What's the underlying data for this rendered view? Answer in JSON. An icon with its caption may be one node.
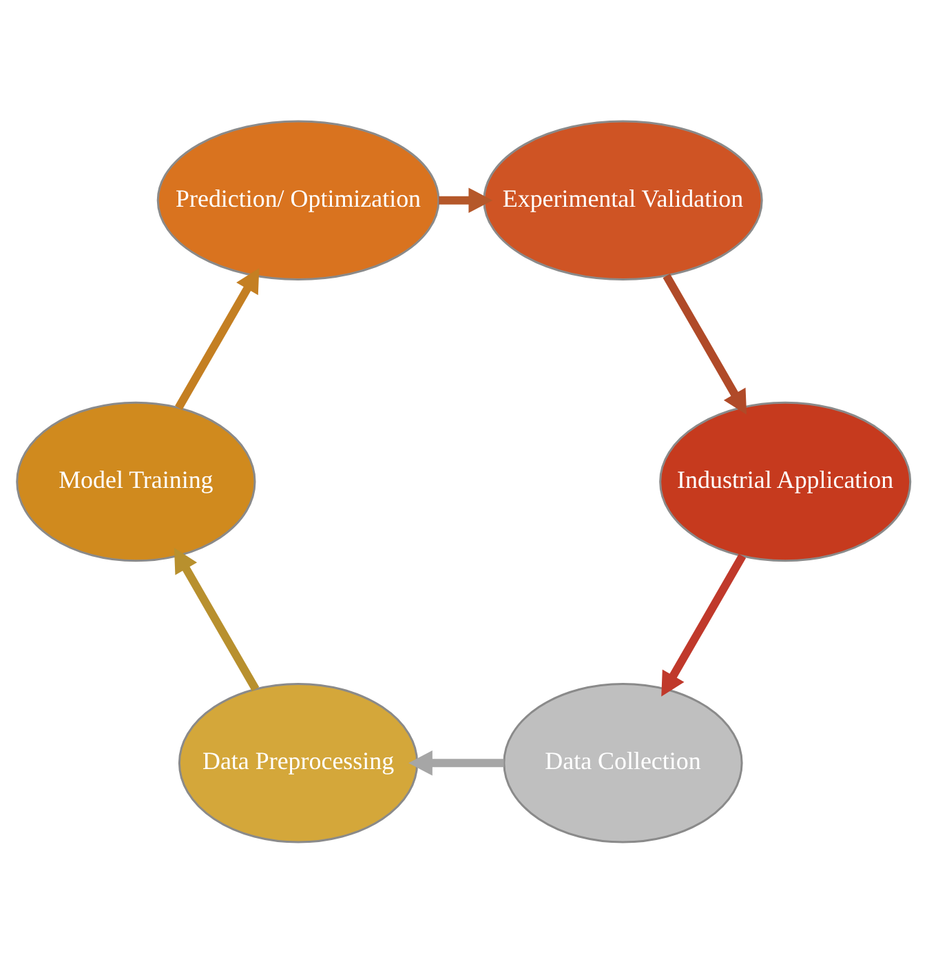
{
  "diagram": {
    "nodes": [
      {
        "text": [
          "Data Collection"
        ]
      },
      {
        "text": [
          "Data Preprocessing"
        ]
      },
      {
        "text": [
          "Model Training"
        ]
      },
      {
        "text": [
          "Prediction/ Optimization"
        ]
      },
      {
        "text": [
          "Experimental Validation"
        ]
      },
      {
        "text": [
          "Industrial Application"
        ]
      }
    ],
    "edges": [
      {
        "from": 0,
        "to": 1,
        "arrow": "to",
        "color": "#a6a6a6"
      },
      {
        "from": 1,
        "to": 2,
        "arrow": "to",
        "color": "#b8902e"
      },
      {
        "from": 2,
        "to": 3,
        "arrow": "to",
        "color": "#c47f22"
      },
      {
        "from": 3,
        "to": 4,
        "arrow": "to",
        "color": "#b5582a"
      },
      {
        "from": 4,
        "to": 5,
        "arrow": "to",
        "color": "#b04a28"
      },
      {
        "from": 5,
        "to": 0,
        "arrow": "to",
        "color": "#c0392b"
      }
    ]
  }
}
